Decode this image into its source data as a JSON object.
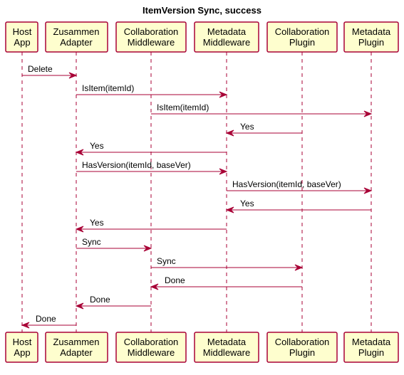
{
  "title": "ItemVersion Sync, success",
  "colors": {
    "lifeline": "#a80036",
    "participant_fill": "#fefece",
    "arrow": "#a80036",
    "text": "#000000"
  },
  "participants": [
    {
      "id": "host",
      "lines": [
        "Host",
        "App"
      ]
    },
    {
      "id": "zus",
      "lines": [
        "Zusammen",
        "Adapter"
      ]
    },
    {
      "id": "collabmw",
      "lines": [
        "Collaboration",
        "Middleware"
      ]
    },
    {
      "id": "metamw",
      "lines": [
        "Metadata",
        "Middleware"
      ]
    },
    {
      "id": "collabpl",
      "lines": [
        "Collaboration",
        "Plugin"
      ]
    },
    {
      "id": "metapl",
      "lines": [
        "Metadata",
        "Plugin"
      ]
    }
  ],
  "messages": [
    {
      "from": "host",
      "to": "zus",
      "label": "Delete"
    },
    {
      "from": "zus",
      "to": "metamw",
      "label": "IsItem(itemId)"
    },
    {
      "from": "collabmw",
      "to": "metapl",
      "label": "IsItem(itemId)"
    },
    {
      "from": "collabpl",
      "to": "metamw",
      "label": "Yes"
    },
    {
      "from": "metamw",
      "to": "zus",
      "label": "Yes"
    },
    {
      "from": "zus",
      "to": "metamw",
      "label": "HasVersion(itemId, baseVer)"
    },
    {
      "from": "metamw",
      "to": "metapl",
      "label": "HasVersion(itemId, baseVer)"
    },
    {
      "from": "metapl",
      "to": "metamw",
      "label": "Yes"
    },
    {
      "from": "metamw",
      "to": "zus",
      "label": "Yes"
    },
    {
      "from": "zus",
      "to": "collabmw",
      "label": "Sync"
    },
    {
      "from": "collabmw",
      "to": "collabpl",
      "label": "Sync"
    },
    {
      "from": "collabpl",
      "to": "collabmw",
      "label": "Done"
    },
    {
      "from": "collabmw",
      "to": "zus",
      "label": "Done"
    },
    {
      "from": "zus",
      "to": "host",
      "label": "Done"
    }
  ]
}
